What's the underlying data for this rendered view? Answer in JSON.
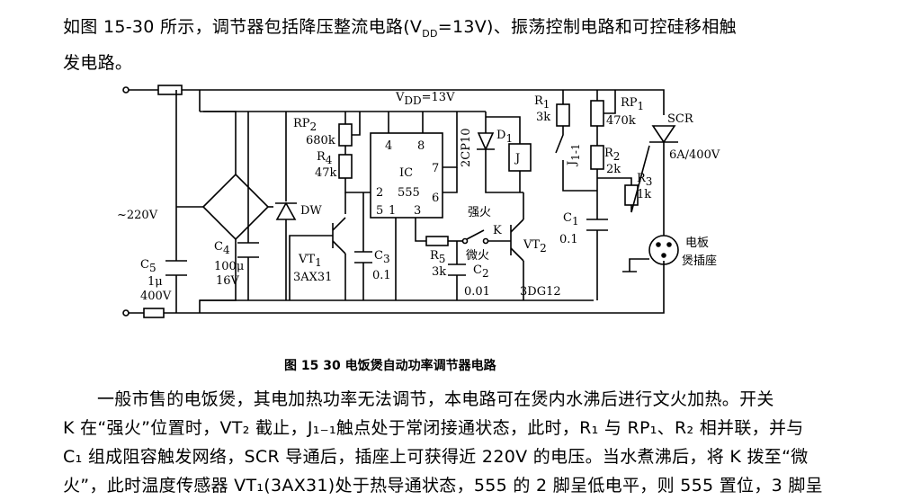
{
  "intro": {
    "line1": "如图 15-30 所示，调节器包括降压整流电路(V",
    "line1_sub": "DD",
    "line1_rest": "=13V)、振荡控制电路和可控硅移相触",
    "line2": "发电路。"
  },
  "figure": {
    "caption": "图 15 30   电饭煲自动功率调节器电路",
    "labels": {
      "vdd": "V",
      "vdd_sub": "DD",
      "vdd_val": "=13V",
      "ac_in": "~220V",
      "c5": "C",
      "c5_sub": "5",
      "c5_val1": "1μ",
      "c5_val2": "400V",
      "c4": "C",
      "c4_sub": "4",
      "c4_val1": "100μ",
      "c4_val2": "16V",
      "dw": "DW",
      "rp2": "RP",
      "rp2_sub": "2",
      "rp2_val": "680k",
      "r4": "R",
      "r4_sub": "4",
      "r4_val": "47k",
      "vt1": "VT",
      "vt1_sub": "1",
      "vt1_type": "3AX31",
      "c3": "C",
      "c3_sub": "3",
      "c3_val": "0.1",
      "ic": "IC",
      "ic_model": "555",
      "pin4": "4",
      "pin8": "8",
      "pin7": "7",
      "pin2": "2",
      "pin6": "6",
      "pin5": "5",
      "pin1": "1",
      "pin3": "3",
      "d2cp": "2CP10",
      "d1": "D",
      "d1_sub": "1",
      "relay": "J",
      "strong": "强火",
      "k": "K",
      "weak": "微火",
      "r5": "R",
      "r5_sub": "5",
      "r5_val": "3k",
      "c2": "C",
      "c2_sub": "2",
      "c2_val": "0.01",
      "vt2": "VT",
      "vt2_sub": "2",
      "vt2_type": "3DG12",
      "r1": "R",
      "r1_sub": "1",
      "r1_val": "3k",
      "j11": "J",
      "j11_sub": "1-1",
      "rp1": "RP",
      "rp1_sub": "1",
      "rp1_val": "470k",
      "r2": "R",
      "r2_sub": "2",
      "r2_val": "2k",
      "r3": "R",
      "r3_sub": "3",
      "r3_val": "1k",
      "c1": "C",
      "c1_sub": "1",
      "c1_val": "0.1",
      "scr": "SCR",
      "scr_val": "6A/400V",
      "socket1": "电板",
      "socket2": "煲插座"
    }
  },
  "body": {
    "l1": "一般市售的电饭煲，其电加热功率无法调节，本电路可在煲内水沸后进行文火加热。开关",
    "l2": "K 在“强火”位置时，VT₂ 截止，J₁₋₁触点处于常闭接通状态，此时，R₁ 与 RP₁、R₂ 相并联，并与",
    "l3": "C₁ 组成阻容触发网络，SCR 导通后，插座上可获得近 220V 的电压。当水煮沸后，将 K 拨至“微",
    "l4": "火”，此时温度传感器 VT₁(3AX31)处于热导通状态，555 的 2 脚呈低电平，则 555 置位，3 脚呈"
  }
}
